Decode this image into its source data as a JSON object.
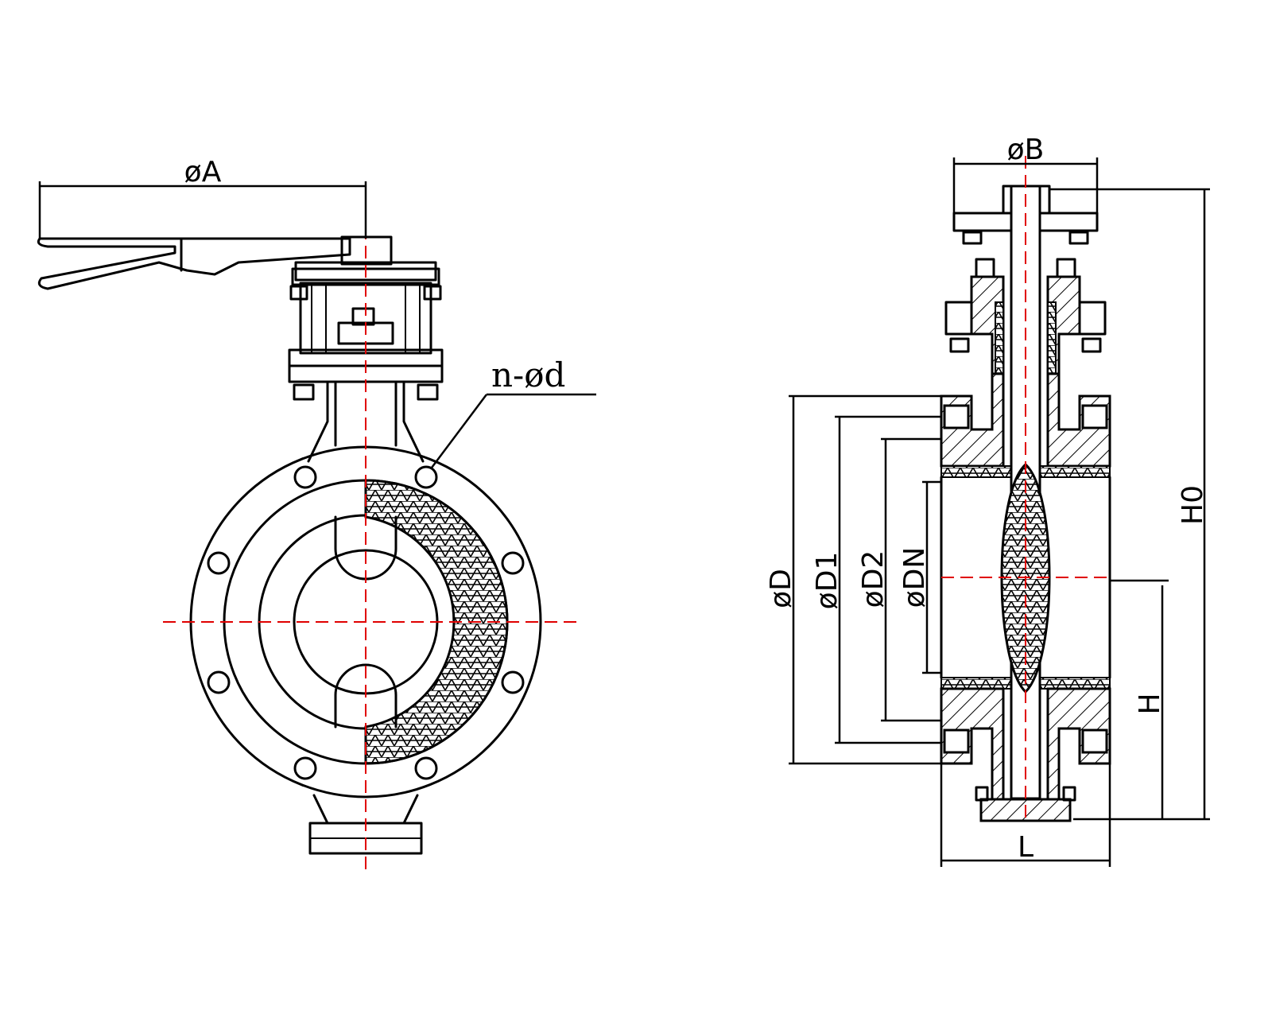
{
  "labels": {
    "dim_A": "øA",
    "bolt_holes": "n-ød",
    "dim_B": "øB",
    "dim_H0": "H0",
    "dim_D": "øD",
    "dim_D1": "øD1",
    "dim_D2": "øD2",
    "dim_DN": "øDN",
    "dim_H": "H",
    "dim_L": "L"
  },
  "colors": {
    "outline": "#000000",
    "centerline": "#e00000",
    "background": "#ffffff"
  }
}
